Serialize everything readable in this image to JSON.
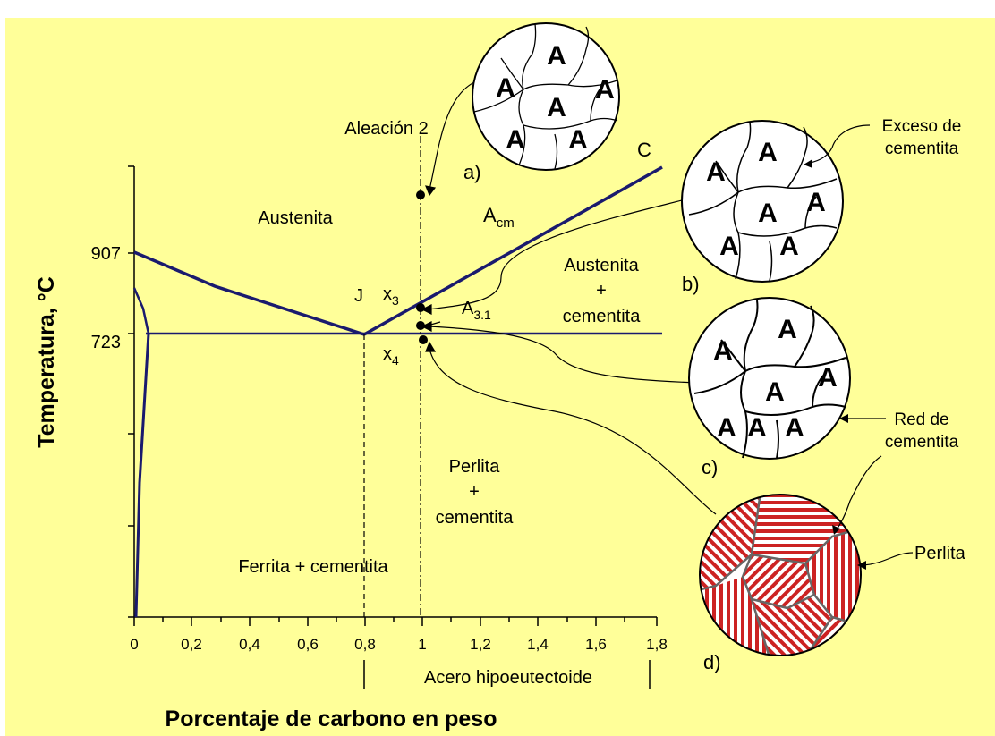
{
  "colors": {
    "background": "#ffff99",
    "phase_line": "#1a1a6e",
    "pearlite_fill": "#cc2222"
  },
  "axes": {
    "y_label": "Temperatura, °C",
    "x_label": "Porcentaje de carbono en peso",
    "y_ticks": [
      "907",
      "723"
    ],
    "x_ticks": [
      "0",
      "0,2",
      "0,4",
      "0,6",
      "0,8",
      "1",
      "1,2",
      "1,4",
      "1,6",
      "1,8"
    ],
    "x_range_label": "Acero hipoeutectoide"
  },
  "labels": {
    "alloy": "Aleación 2",
    "austenita": "Austenita",
    "acm_main": "A",
    "acm_sub": "cm",
    "c_point": "C",
    "j_point": "J",
    "x3_main": "x",
    "x3_sub": "3",
    "x4_main": "x",
    "x4_sub": "4",
    "a31_main": "A",
    "a31_sub": "3.1",
    "aus_cem_1": "Austenita",
    "aus_cem_2": "+",
    "aus_cem_3": "cementita",
    "perlita_cem_1": "Perlita",
    "perlita_cem_2": "+",
    "perlita_cem_3": "cementita",
    "ferrita": "Ferrita + cementita",
    "exceso_1": "Exceso de",
    "exceso_2": "cementita",
    "red_1": "Red de",
    "red_2": "cementita",
    "perlita": "Perlita"
  },
  "micrographs": {
    "a": {
      "label": "a)",
      "grain_letter": "A"
    },
    "b": {
      "label": "b)",
      "grain_letter": "A"
    },
    "c": {
      "label": "c)",
      "grain_letter": "A"
    },
    "d": {
      "label": "d)"
    }
  }
}
